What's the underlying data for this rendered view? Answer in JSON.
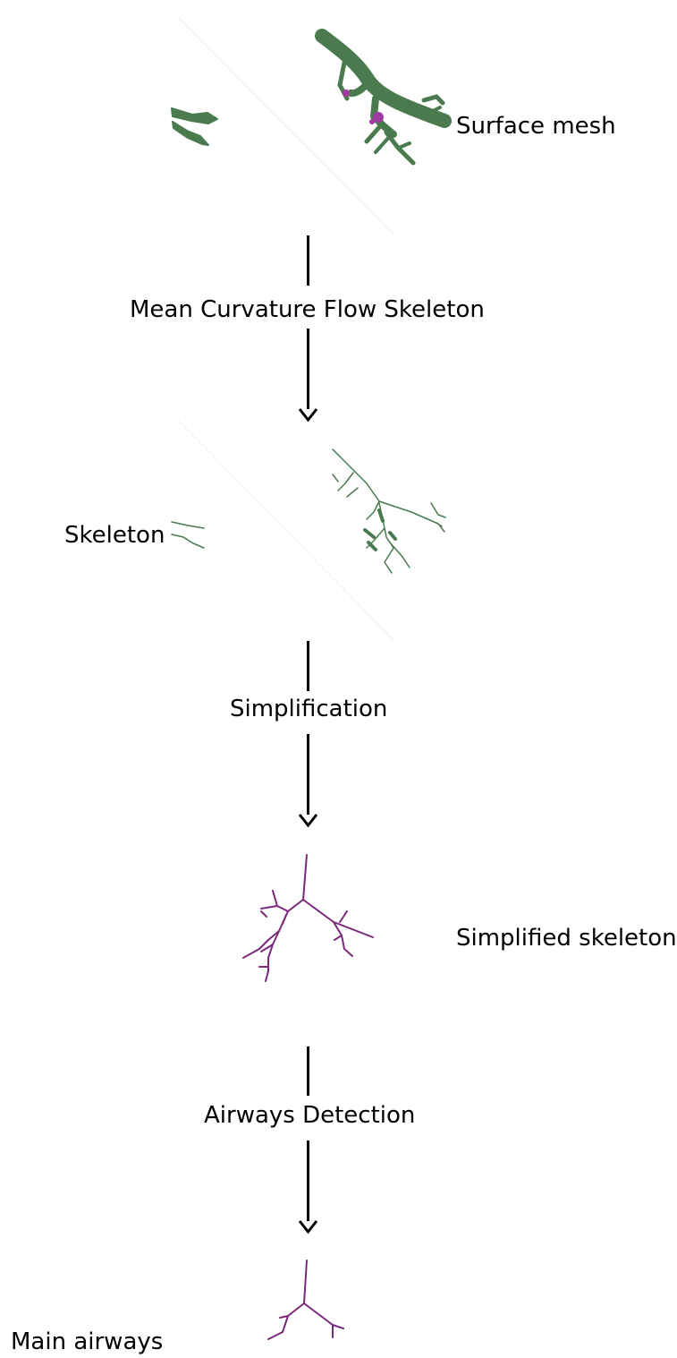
{
  "stages": {
    "surface_mesh": "Surface mesh",
    "skeleton": "Skeleton",
    "simplified_skeleton": "Simplified skeleton",
    "main_airways": "Main airways"
  },
  "steps": {
    "mcf": "Mean Curvature Flow Skeleton",
    "simplification": "Simplification",
    "airways_detection": "Airways Detection"
  },
  "colors": {
    "mesh_green": "#4a7a4e",
    "skeleton_purple": "#7a2a7a",
    "highlight_magenta": "#a03aa0"
  }
}
